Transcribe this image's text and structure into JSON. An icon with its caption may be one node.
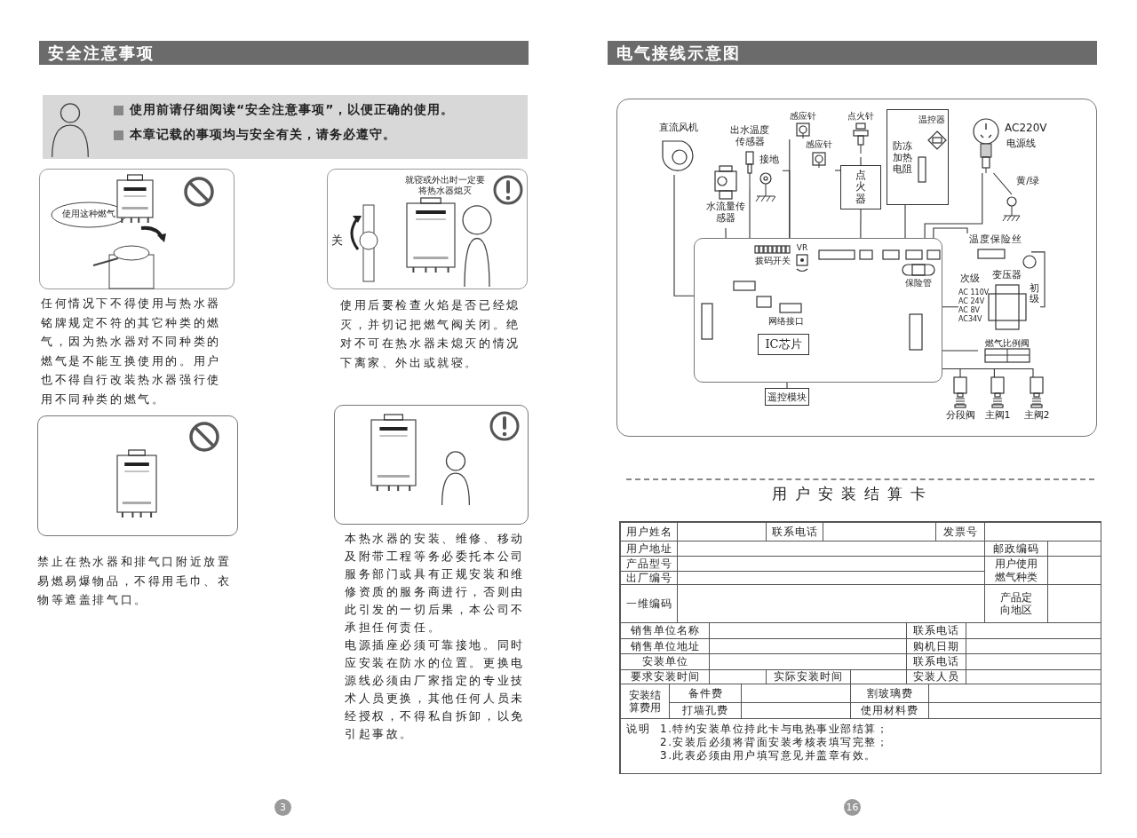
{
  "diagram": {
    "nodes": [
      {
        "text": [
          "安全注意事项"
        ]
      },
      {
        "text": [
          "使用前请仔细阅读“安全注意事项”，以便正确的使用。",
          "本章记载的事项均与安全有关，请务必遵守。"
        ]
      },
      {
        "text": [
          "使用这种燃气"
        ],
        "beside": [
          "任何情况下不得使用与热水器铭牌规定不符的其它种类的燃气，因为热水器对不同种类的燃气是不能互换使用的。用户也不得自行改装热水器强行使用不同种类的燃气。"
        ]
      },
      {
        "text": [
          "就寝或外出时一定要将热水器熄灭",
          "关"
        ],
        "beside": [
          "使用后要检查火焰是否已经熄灭，并切记把燃气阀关闭。绝对不可在热水器未熄灭的情况下离家、外出或就寝。"
        ]
      },
      {
        "text": [],
        "shape": "box",
        "beside": [
          "禁止在热水器和排气口附近放置易燃易爆物品，不得用毛巾、衣物等遮盖排气口。"
        ]
      },
      {
        "text": [],
        "shape": "box",
        "beside": [
          "本热水器的安装、维修、移动及附带工程等务必委托本公司服务部门或具有正规安装和维修资质的服务商进行，否则由此引发的一切后果，本公司不承担任何责任。",
          "电源插座必须可靠接地。同时应安装在防水的位置。更换电源线必须由厂家指定的专业技术人员更换，其他任何人员未经授权，不得私自拆卸，以免引起事故。"
        ]
      },
      {
        "text": [
          "电气接线示意图"
        ]
      },
      {
        "text": [],
        "shape": "box"
      },
      {
        "text": [
          "直流风机"
        ],
        "in": 7
      },
      {
        "text": [
          "出水温度传感器"
        ],
        "in": 7
      },
      {
        "text": [
          "水流量传感器"
        ],
        "in": 7
      },
      {
        "text": [
          "感应针"
        ],
        "in": 7
      },
      {
        "text": [
          "点火针"
        ],
        "in": 7
      },
      {
        "text": [
          "感应针"
        ],
        "in": 7
      },
      {
        "text": [
          "接地"
        ],
        "in": 7
      },
      {
        "text": [
          "点火器"
        ],
        "in": 7
      },
      {
        "text": [
          "温控器"
        ],
        "in": 7
      },
      {
        "text": [
          "防冻加热电阻"
        ],
        "in": 16
      },
      {
        "text": [
          "AC220V",
          "电源线"
        ],
        "in": 7
      },
      {
        "text": [],
        "shape": "symbol",
        "in": 7
      },
      {
        "text": [],
        "shape": "box",
        "in": 7
      },
      {
        "text": [
          "拨码开关"
        ],
        "in": 20
      },
      {
        "text": [
          "VR"
        ],
        "in": 20
      },
      {
        "text": [
          "网络接口"
        ],
        "in": 20
      },
      {
        "text": [
          "IC芯片"
        ],
        "in": 20
      },
      {
        "text": [
          "遥控模块"
        ],
        "in": 7
      },
      {
        "text": [
          "保险管"
        ],
        "in": 20
      },
      {
        "text": [
          "温度保险丝"
        ],
        "in": 7
      },
      {
        "text": [
          "次级",
          "变压器",
          "AC 110V",
          "AC 24V",
          "AC 8V",
          "AC34V",
          "初级"
        ],
        "in": 7
      },
      {
        "text": [
          "燃气比例阀"
        ],
        "in": 7
      },
      {
        "text": [
          "分段阀"
        ],
        "in": 7
      },
      {
        "text": [
          "主阀1"
        ],
        "in": 7
      },
      {
        "text": [
          "主阀2"
        ],
        "in": 7
      }
    ],
    "edges": [
      {
        "from": 8,
        "to": 20,
        "arrow": "none"
      },
      {
        "from": 9,
        "to": 20,
        "arrow": "none"
      },
      {
        "from": 10,
        "to": 20,
        "arrow": "none"
      },
      {
        "from": 11,
        "to": 20,
        "arrow": "none"
      },
      {
        "from": 12,
        "to": 15,
        "arrow": "none"
      },
      {
        "from": 13,
        "to": 15,
        "arrow": "none"
      },
      {
        "from": 15,
        "to": 20,
        "arrow": "none"
      },
      {
        "from": 14,
        "to": 20,
        "arrow": "none"
      },
      {
        "from": 16,
        "to": 20,
        "arrow": "none"
      },
      {
        "from": 18,
        "to": 20,
        "arrow": "none"
      },
      {
        "from": 18,
        "to": 19,
        "arrow": "none",
        "label": "黄/绿"
      },
      {
        "from": 25,
        "to": 20,
        "arrow": "none"
      },
      {
        "from": 27,
        "to": 20,
        "arrow": "none"
      },
      {
        "from": 27,
        "to": 28,
        "arrow": "none"
      },
      {
        "from": 28,
        "to": 20,
        "arrow": "none"
      },
      {
        "from": 29,
        "to": 20,
        "arrow": "none"
      },
      {
        "from": 30,
        "to": 20,
        "arrow": "none"
      },
      {
        "from": 31,
        "to": 20,
        "arrow": "none"
      },
      {
        "from": 32,
        "to": 20,
        "arrow": "none"
      }
    ],
    "labels": [
      "3",
      "用户安装结算卡",
      "用户姓名",
      "联系电话",
      "发票号",
      "用户地址",
      "邮政编码",
      "产品型号",
      "用户使用燃气种类",
      "出厂编号",
      "一维编码",
      "产品定向地区",
      "销售单位名称",
      "联系电话",
      "销售单位地址",
      "购机日期",
      "安装单位",
      "联系电话",
      "要求安装时间",
      "实际安装时间",
      "安装人员",
      "安装结算费用",
      "备件费",
      "割玻璃费",
      "打墙孔费",
      "使用材料费",
      "说明",
      "1.特约安装单位持此卡与电热事业部结算；",
      "2.安装后必须将背面安装考核表填写完整；",
      "3.此表必须由用户填写意见并盖章有效。",
      "16"
    ]
  }
}
